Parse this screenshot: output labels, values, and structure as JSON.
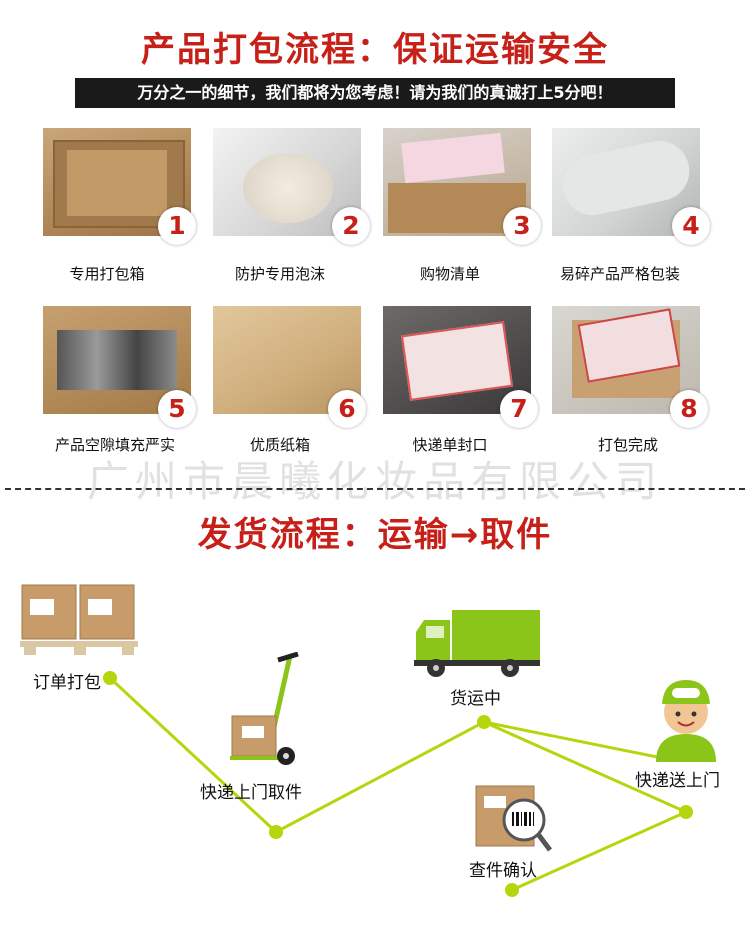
{
  "header": {
    "title": "产品打包流程：保证运输安全",
    "slogan": "万分之一的细节，我们都将为您考虑！请为我们的真诚打上5分吧！"
  },
  "steps": [
    {
      "num": "1",
      "label": "专用打包箱"
    },
    {
      "num": "2",
      "label": "防护专用泡沫"
    },
    {
      "num": "3",
      "label": "购物清单"
    },
    {
      "num": "4",
      "label": "易碎产品严格包装"
    },
    {
      "num": "5",
      "label": "产品空隙填充严实"
    },
    {
      "num": "6",
      "label": "优质纸箱"
    },
    {
      "num": "7",
      "label": "快递单封口"
    },
    {
      "num": "8",
      "label": "打包完成"
    }
  ],
  "watermark": "广州市晨曦化妆品有限公司",
  "shipping": {
    "title": "发货流程：运输→取件",
    "stages": [
      {
        "label": "订单打包"
      },
      {
        "label": "快递上门取件"
      },
      {
        "label": "货运中"
      },
      {
        "label": "查件确认"
      },
      {
        "label": "快递送上门"
      }
    ]
  },
  "colors": {
    "accent": "#c62019",
    "line": "#b5d60c"
  }
}
